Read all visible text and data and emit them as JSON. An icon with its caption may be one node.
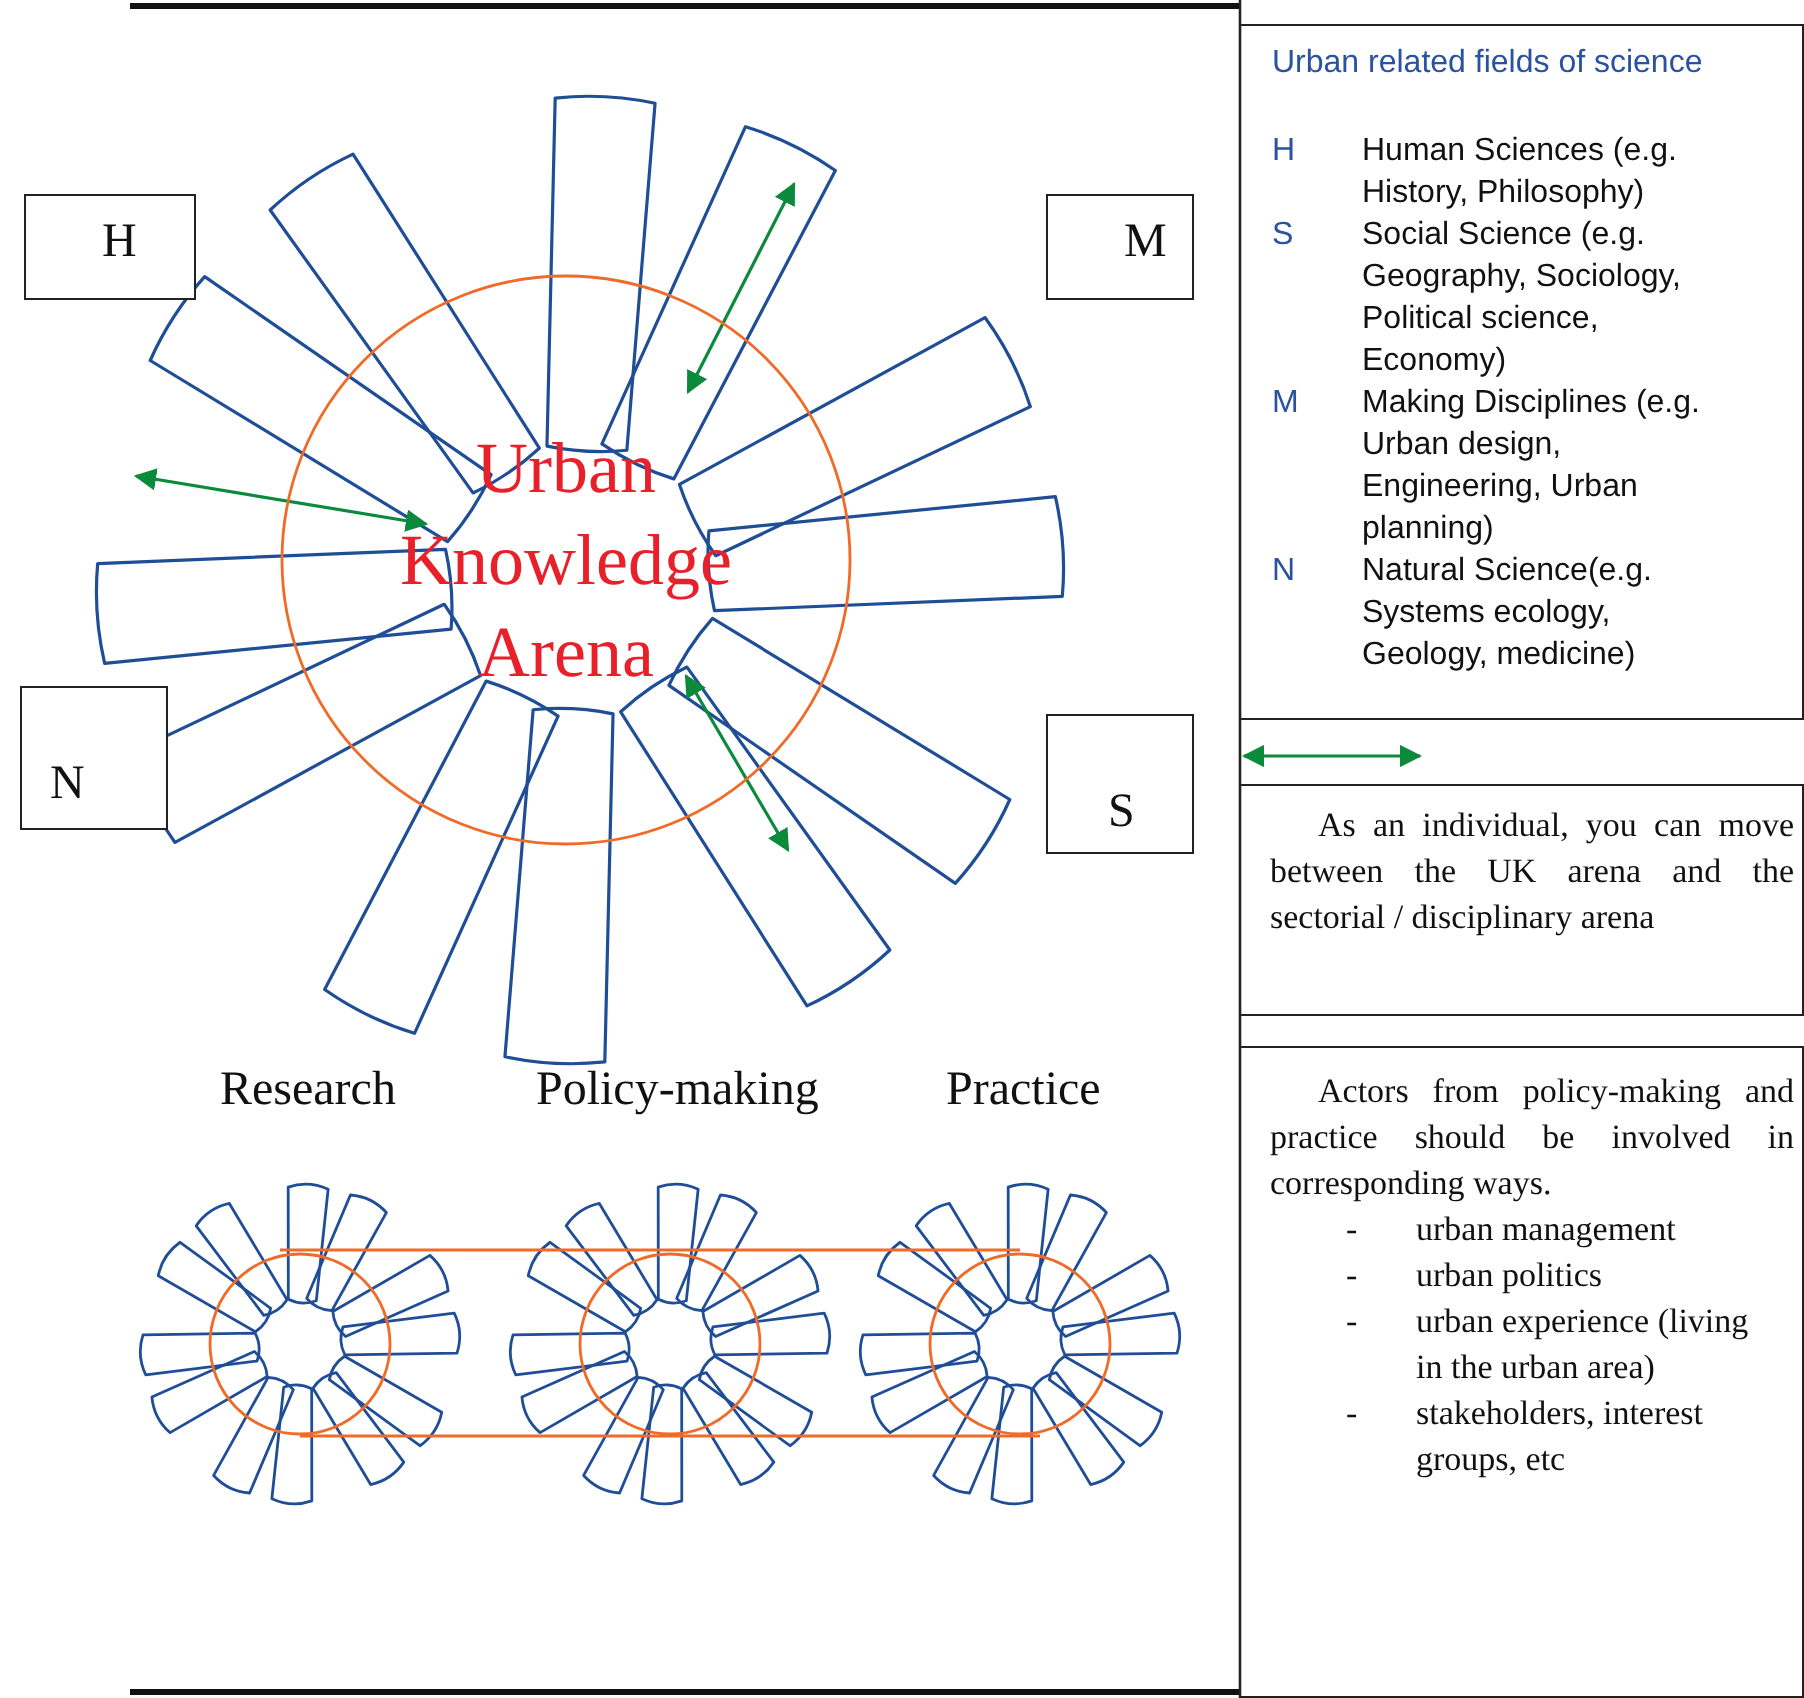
{
  "diagram": {
    "nodes": [
      {
        "text": [
          "H"
        ]
      },
      {
        "text": [
          "M"
        ]
      },
      {
        "text": [
          "N"
        ]
      },
      {
        "text": [
          "S"
        ]
      },
      {
        "text": [
          "Urban Knowledge Arena"
        ]
      },
      {
        "text": [
          "Urban related fields of science",
          "H",
          "Human Sciences (e.g. History, Philosophy)",
          "S",
          "Social Science (e.g. Geography, Sociology, Political science, Economy)",
          "M",
          "Making Disciplines (e.g. Urban design, Engineering, Urban planning)",
          "N",
          "Natural Science(e.g. Systems ecology, Geology, medicine)"
        ]
      },
      {
        "text": [
          "As an individual, you can move between the UK arena and the sectorial / disciplinary arena"
        ]
      },
      {
        "text": [
          "Actors from policy-making and practice should be involved in corresponding ways.",
          "-",
          "urban management",
          "-",
          "urban politics",
          "-",
          "urban experience (living in the urban area)",
          "-",
          "stakeholders, interest groups, etc"
        ]
      }
    ],
    "edges": [],
    "labels": [
      "Research",
      "Policy-making",
      "Practice"
    ]
  }
}
